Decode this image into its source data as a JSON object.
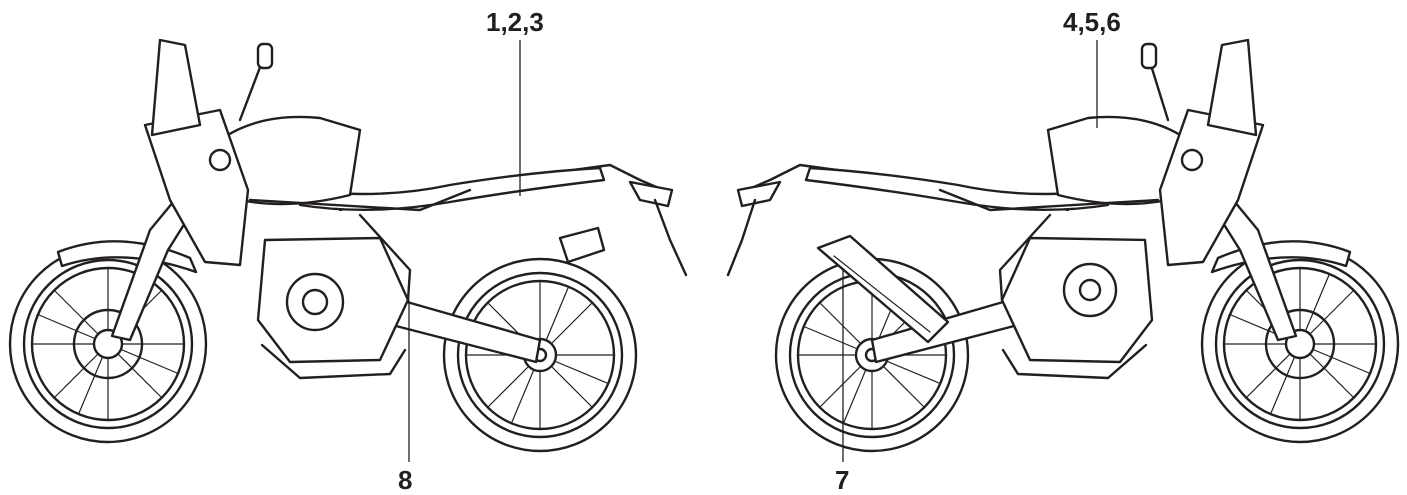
{
  "callouts": {
    "left_top": "1,2,3",
    "right_top": "4,5,6",
    "left_bottom": "8",
    "right_bottom": "7"
  },
  "colors": {
    "ink": "#231f20",
    "background": "#ffffff"
  }
}
